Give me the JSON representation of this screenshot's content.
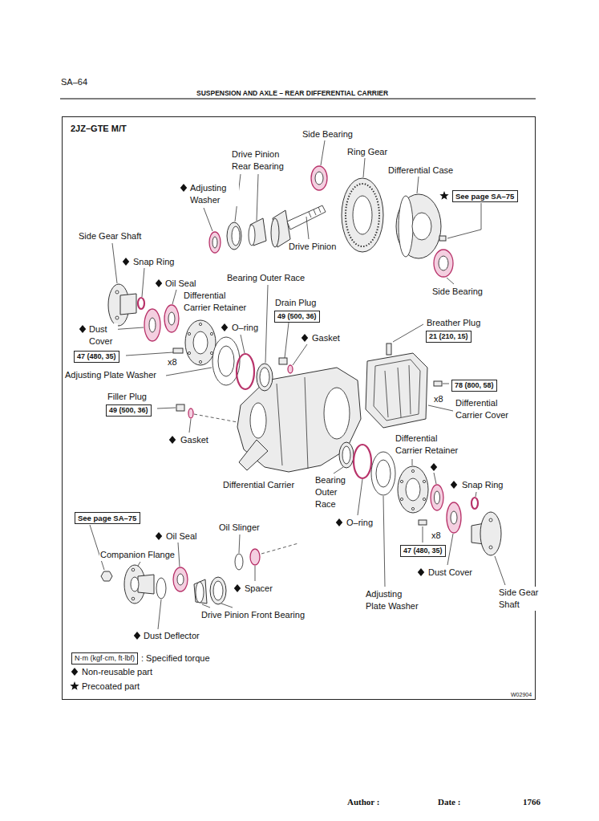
{
  "diagram": {
    "title": "SUSPENSION AND AXLE – REAR DIFFERENTIAL CARRIER",
    "nodes": [
      {
        "text": [
          "2JZ–GTE M/T"
        ]
      },
      {
        "text": [
          "See page SA–75"
        ],
        "in": 0
      },
      {
        "text": [
          "49 (500, 36)"
        ],
        "in": 0
      },
      {
        "text": [
          "21 (210, 15)"
        ],
        "in": 0
      },
      {
        "text": [
          "47 (480, 35)"
        ],
        "in": 0
      },
      {
        "text": [
          "78 (800, 58)"
        ],
        "in": 0
      },
      {
        "text": [
          "49 (500, 36)"
        ],
        "in": 0
      },
      {
        "text": [
          "See page SA–75"
        ],
        "in": 0
      },
      {
        "text": [
          "47 (480, 35)"
        ],
        "in": 0
      },
      {
        "text": [
          "N·m (kgf·cm, ft·lbf)"
        ],
        "in": 0
      }
    ],
    "labels": [
      "SA–64",
      "Side Bearing",
      "Ring Gear",
      "Drive Pinion Rear Bearing",
      "Differential Case",
      "Adjusting Washer",
      "Side Gear Shaft",
      "Drive Pinion",
      "Snap Ring",
      "Bearing Outer Race",
      "Oil Seal",
      "Side Bearing",
      "Differential Carrier Retainer",
      "Drain Plug",
      "Breather Plug",
      "O–ring",
      "Dust Cover",
      "Gasket",
      "x8",
      "Adjusting Plate Washer",
      "x8",
      "Differential Carrier Cover",
      "Filler Plug",
      "Gasket",
      "Differential Carrier Retainer",
      "Snap Ring",
      "Differential Carrier",
      "Bearing Outer Race",
      "O–ring",
      "Oil Slinger",
      "x8",
      "Oil Seal",
      "Companion Flange",
      "Dust Cover",
      "Spacer",
      "Adjusting Plate Washer",
      "Side Gear Shaft",
      "Drive Pinion Front Bearing",
      "Dust Deflector",
      "W02904",
      "Author :",
      "Date :",
      "1766"
    ],
    "legend": [
      {
        "text": ": Specified torque"
      },
      {
        "text": "Non-reusable part"
      },
      {
        "text": "Precoated part"
      }
    ]
  }
}
